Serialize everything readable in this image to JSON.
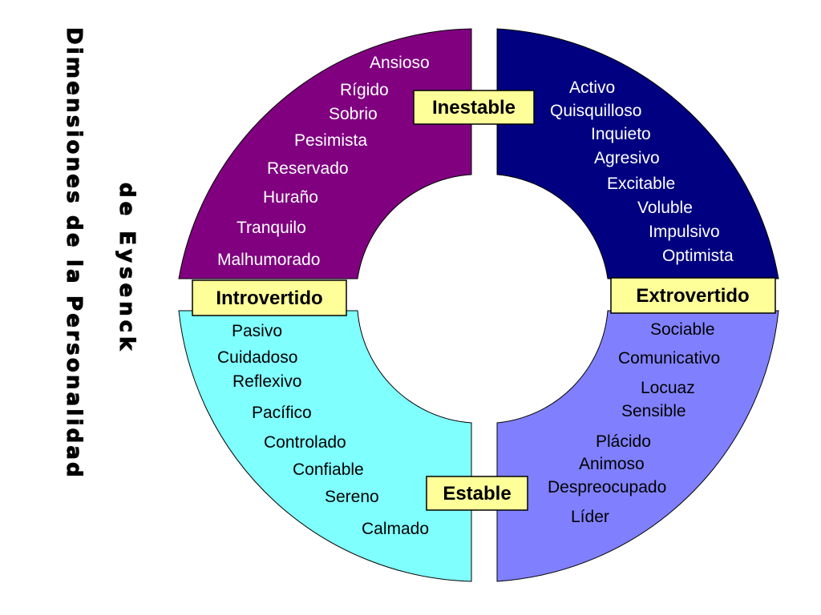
{
  "title": {
    "line1": "Dimensiones de la Personalidad",
    "line2": "de Eysenck"
  },
  "axes": {
    "top": "Inestable",
    "bottom": "Estable",
    "left": "Introvertido",
    "right": "Extrovertido"
  },
  "colors": {
    "melancholic": "#800080",
    "choleric": "#000080",
    "phlegmatic": "#80ffff",
    "sanguine": "#8080ff",
    "label_fill": "#ffff99"
  },
  "quadrants": {
    "top_left": [
      "Ansioso",
      "Rígido",
      "Sobrio",
      "Pesimista",
      "Reservado",
      "Huraño",
      "Tranquilo",
      "Malhumorado"
    ],
    "top_right": [
      "Activo",
      "Quisquilloso",
      "Inquieto",
      "Agresivo",
      "Excitable",
      "Voluble",
      "Impulsivo",
      "Optimista"
    ],
    "bottom_left": [
      "Pasivo",
      "Cuidadoso",
      "Reflexivo",
      "Pacífico",
      "Controlado",
      "Confiable",
      "Sereno",
      "Calmado"
    ],
    "bottom_right": [
      "Sociable",
      "Comunicativo",
      "Locuaz",
      "Sensible",
      "Plácido",
      "Animoso",
      "Despreocupado",
      "Líder"
    ]
  }
}
